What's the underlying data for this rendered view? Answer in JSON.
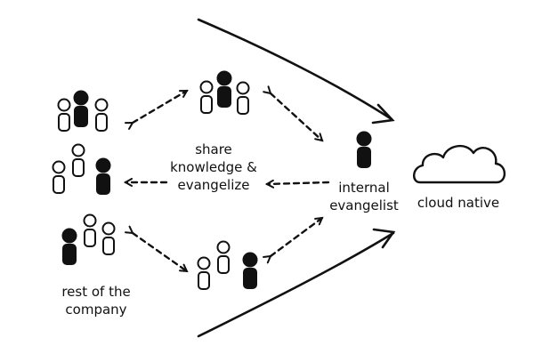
{
  "labels": {
    "center": [
      "share",
      "knowledge &",
      "evangelize"
    ],
    "evangelist": [
      "internal",
      "evangelist"
    ],
    "target": "cloud native",
    "company": [
      "rest of the",
      "company"
    ]
  },
  "colors": {
    "ink": "#111111",
    "paper": "#ffffff"
  },
  "icons": [
    "person-group-icon",
    "person-icon",
    "cloud-icon",
    "arrow-icon"
  ]
}
